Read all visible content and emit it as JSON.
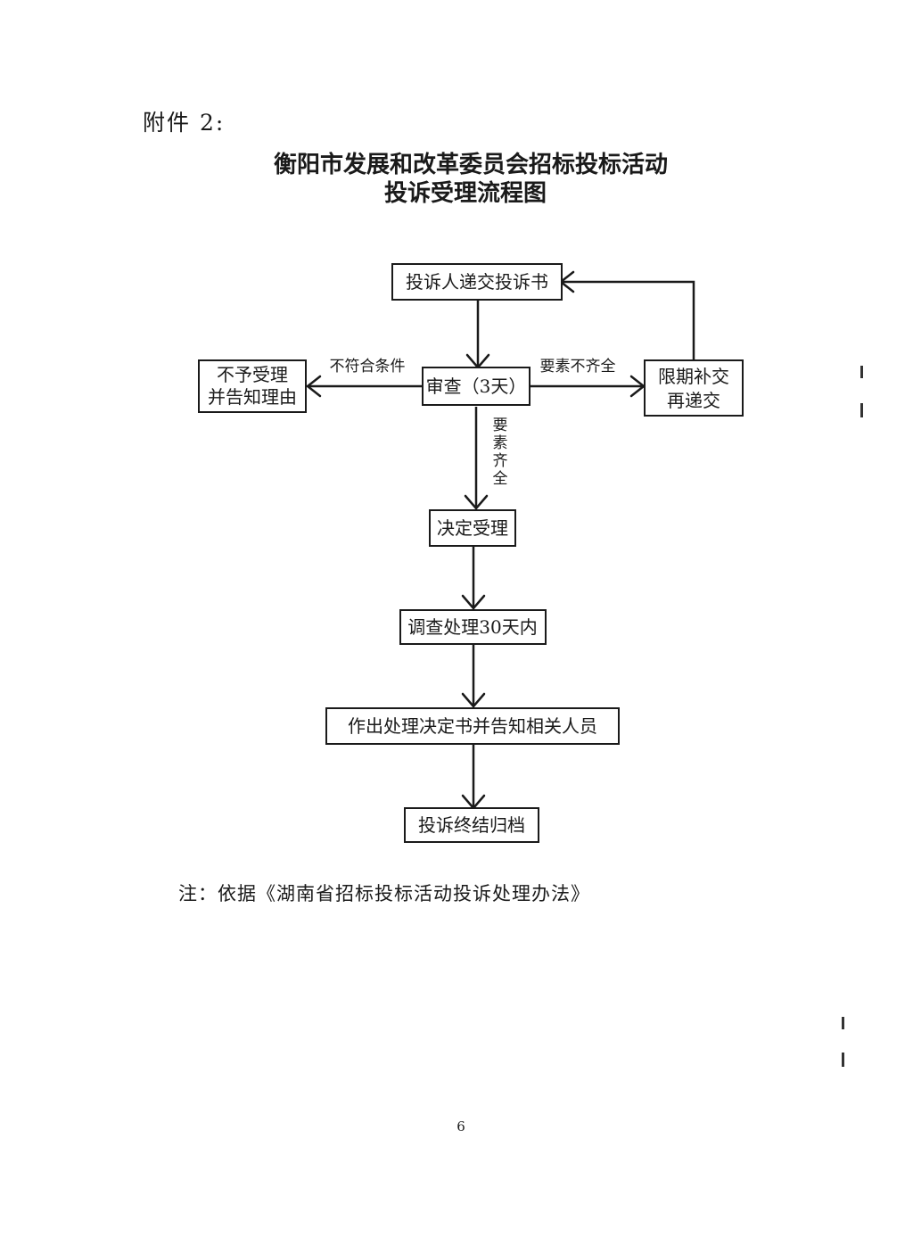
{
  "attachment_label": "附件 2:",
  "title": {
    "line1": "衡阳市发展和改革委员会招标投标活动",
    "line2": "投诉受理流程图"
  },
  "flowchart": {
    "nodes": {
      "submit": "投诉人递交投诉书",
      "review": "审查（3天）",
      "reject_line1": "不予受理",
      "reject_line2": "并告知理由",
      "resubmit_line1": "限期补交",
      "resubmit_line2": "再递交",
      "accept": "决定受理",
      "investigate": "调查处理30天内",
      "decision": "作出处理决定书并告知相关人员",
      "archive": "投诉终结归档"
    },
    "edges": {
      "not_eligible": "不符合条件",
      "incomplete": "要素不齐全",
      "complete_chars": [
        "要",
        "素",
        "齐",
        "全"
      ]
    }
  },
  "note": "注：依据《湖南省招标投标活动投诉处理办法》",
  "page_number": "6"
}
